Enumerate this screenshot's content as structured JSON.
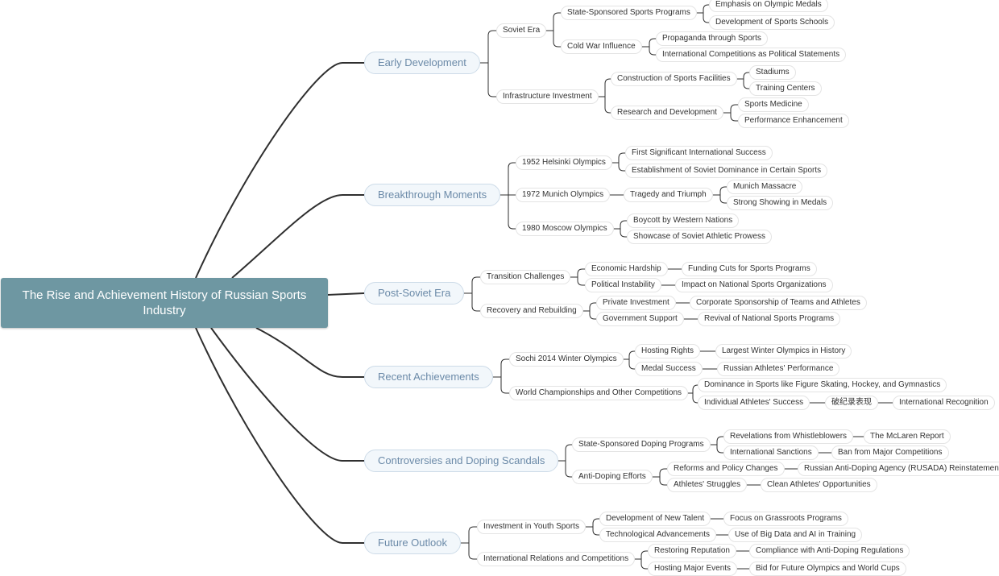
{
  "mindmap": {
    "root": "The Rise and Achievement History of Russian Sports Industry",
    "link_color": "#2f2f2f",
    "branches": [
      {
        "label": "Early Development",
        "children": [
          {
            "label": "Soviet Era",
            "children": [
              {
                "label": "State-Sponsored Sports Programs",
                "children": [
                  {
                    "label": "Emphasis on Olympic Medals"
                  },
                  {
                    "label": "Development of Sports Schools"
                  }
                ]
              },
              {
                "label": "Cold War Influence",
                "children": [
                  {
                    "label": "Propaganda through Sports"
                  },
                  {
                    "label": "International Competitions as Political Statements"
                  }
                ]
              }
            ]
          },
          {
            "label": "Infrastructure Investment",
            "children": [
              {
                "label": "Construction of Sports Facilities",
                "children": [
                  {
                    "label": "Stadiums"
                  },
                  {
                    "label": "Training Centers"
                  }
                ]
              },
              {
                "label": "Research and Development",
                "children": [
                  {
                    "label": "Sports Medicine"
                  },
                  {
                    "label": "Performance Enhancement"
                  }
                ]
              }
            ]
          }
        ]
      },
      {
        "label": "Breakthrough Moments",
        "children": [
          {
            "label": "1952 Helsinki Olympics",
            "children": [
              {
                "label": "First Significant International Success"
              },
              {
                "label": "Establishment of Soviet Dominance in Certain Sports"
              }
            ]
          },
          {
            "label": "1972 Munich Olympics",
            "children": [
              {
                "label": "Tragedy and Triumph",
                "children": [
                  {
                    "label": "Munich Massacre"
                  },
                  {
                    "label": "Strong Showing in Medals"
                  }
                ]
              }
            ]
          },
          {
            "label": "1980 Moscow Olympics",
            "children": [
              {
                "label": "Boycott by Western Nations"
              },
              {
                "label": "Showcase of Soviet Athletic Prowess"
              }
            ]
          }
        ]
      },
      {
        "label": "Post-Soviet Era",
        "children": [
          {
            "label": "Transition Challenges",
            "children": [
              {
                "label": "Economic Hardship",
                "children": [
                  {
                    "label": "Funding Cuts for Sports Programs"
                  }
                ]
              },
              {
                "label": "Political Instability",
                "children": [
                  {
                    "label": "Impact on National Sports Organizations"
                  }
                ]
              }
            ]
          },
          {
            "label": "Recovery and Rebuilding",
            "children": [
              {
                "label": "Private Investment",
                "children": [
                  {
                    "label": "Corporate Sponsorship of Teams and Athletes"
                  }
                ]
              },
              {
                "label": "Government Support",
                "children": [
                  {
                    "label": "Revival of National Sports Programs"
                  }
                ]
              }
            ]
          }
        ]
      },
      {
        "label": "Recent Achievements",
        "children": [
          {
            "label": "Sochi 2014 Winter Olympics",
            "children": [
              {
                "label": "Hosting Rights",
                "children": [
                  {
                    "label": "Largest Winter Olympics in History"
                  }
                ]
              },
              {
                "label": "Medal Success",
                "children": [
                  {
                    "label": "Russian Athletes' Performance"
                  }
                ]
              }
            ]
          },
          {
            "label": "World Championships and Other Competitions",
            "children": [
              {
                "label": "Dominance in Sports like Figure Skating, Hockey, and Gymnastics"
              },
              {
                "label": "Individual Athletes' Success",
                "children": [
                  {
                    "label": "破纪录表现",
                    "children": [
                      {
                        "label": "International Recognition"
                      }
                    ]
                  }
                ]
              }
            ]
          }
        ]
      },
      {
        "label": "Controversies and Doping Scandals",
        "children": [
          {
            "label": "State-Sponsored Doping Programs",
            "children": [
              {
                "label": "Revelations from Whistleblowers",
                "children": [
                  {
                    "label": "The McLaren Report"
                  }
                ]
              },
              {
                "label": "International Sanctions",
                "children": [
                  {
                    "label": "Ban from Major Competitions"
                  }
                ]
              }
            ]
          },
          {
            "label": "Anti-Doping Efforts",
            "children": [
              {
                "label": "Reforms and Policy Changes",
                "children": [
                  {
                    "label": "Russian Anti-Doping Agency (RUSADA) Reinstatement"
                  }
                ]
              },
              {
                "label": "Athletes' Struggles",
                "children": [
                  {
                    "label": "Clean Athletes' Opportunities"
                  }
                ]
              }
            ]
          }
        ]
      },
      {
        "label": "Future Outlook",
        "children": [
          {
            "label": "Investment in Youth Sports",
            "children": [
              {
                "label": "Development of New Talent",
                "children": [
                  {
                    "label": "Focus on Grassroots Programs"
                  }
                ]
              },
              {
                "label": "Technological Advancements",
                "children": [
                  {
                    "label": "Use of Big Data and AI in Training"
                  }
                ]
              }
            ]
          },
          {
            "label": "International Relations and Competitions",
            "children": [
              {
                "label": "Restoring Reputation",
                "children": [
                  {
                    "label": "Compliance with Anti-Doping Regulations"
                  }
                ]
              },
              {
                "label": "Hosting Major Events",
                "children": [
                  {
                    "label": "Bid for Future Olympics and World Cups"
                  }
                ]
              }
            ]
          }
        ]
      }
    ]
  }
}
